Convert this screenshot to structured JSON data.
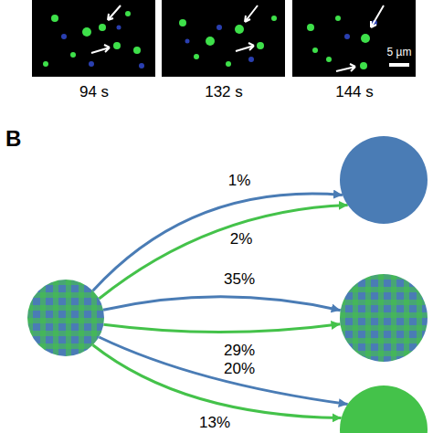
{
  "diagram": {
    "nodes": [
      {
        "text": []
      },
      {
        "text": []
      },
      {
        "text": []
      },
      {
        "text": []
      }
    ],
    "edges": [
      {
        "from": 0,
        "to": 1,
        "arrow": "to",
        "label": "1%"
      },
      {
        "from": 0,
        "to": 1,
        "arrow": "to",
        "label": "2%"
      },
      {
        "from": 0,
        "to": 2,
        "arrow": "to",
        "label": "35%"
      },
      {
        "from": 0,
        "to": 2,
        "arrow": "to",
        "label": "29%"
      },
      {
        "from": 0,
        "to": 3,
        "arrow": "to",
        "label": "20%"
      },
      {
        "from": 0,
        "to": 3,
        "arrow": "to",
        "label": "13%"
      }
    ],
    "labels": [
      "94 s",
      "132 s",
      "144 s",
      "5 µm",
      "B"
    ]
  }
}
